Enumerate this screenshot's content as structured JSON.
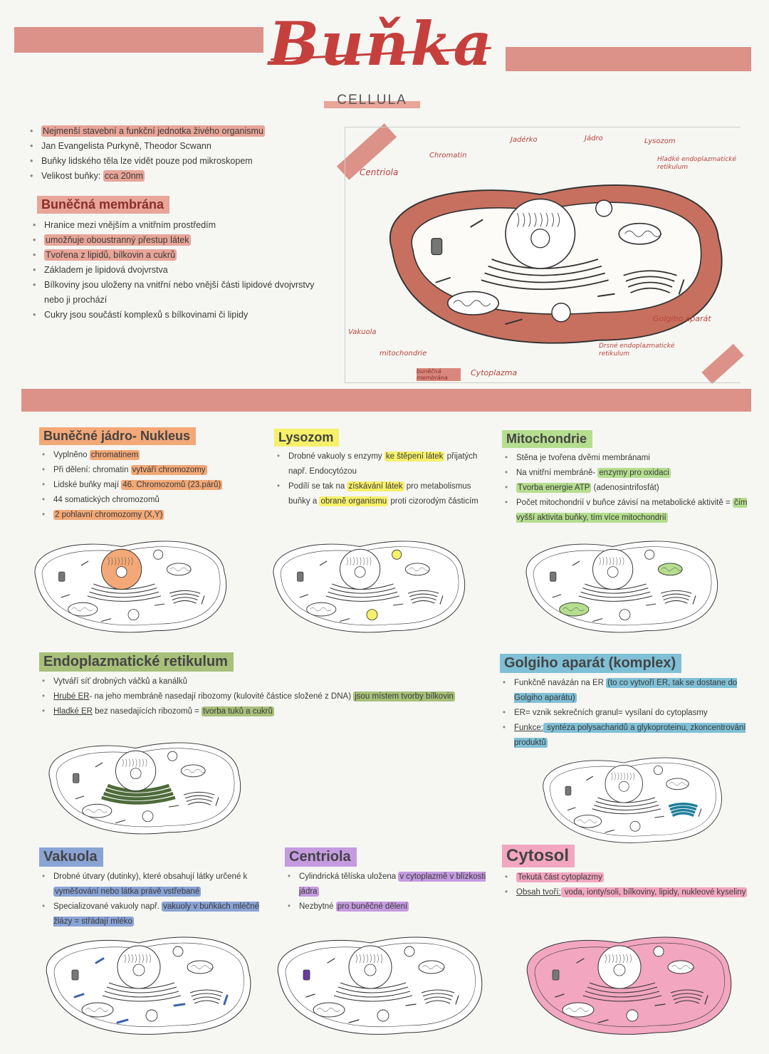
{
  "header": {
    "title": "Buňka",
    "subtitle": "CELLULA"
  },
  "intro": [
    [
      {
        "t": "Nejmenší stavební a funkční jednotka živého organismu",
        "hl": "#e8a598"
      }
    ],
    [
      {
        "t": "Jan Evangelista Purkyně, Theodor Scwann"
      }
    ],
    [
      {
        "t": "Buňky lidského těla lze vidět pouze pod mikroskopem"
      }
    ],
    [
      {
        "t": "Velikost buňky: "
      },
      {
        "t": "cca 20nm",
        "hl": "#e8a598"
      }
    ]
  ],
  "membrane": {
    "heading": "Buněčná membrána",
    "color": "#e8a598",
    "items": [
      [
        {
          "t": "Hranice mezi vnějším a vnitřním prostředím"
        }
      ],
      [
        {
          "t": "umožňuje oboustranný přestup látek",
          "hl": "#e8a598"
        }
      ],
      [
        {
          "t": "Tvořena z lipidů, bílkovin a cukrů",
          "hl": "#e8a598"
        }
      ],
      [
        {
          "t": "Základem je lipidová dvojvrstva"
        }
      ],
      [
        {
          "t": "Bílkoviny jsou uloženy na vnitřní nebo vnější části lipidové dvojvrstvy nebo ji prochází"
        }
      ],
      [
        {
          "t": "Cukry jsou součástí komplexů s bílkovinami či lipidy"
        }
      ]
    ]
  },
  "diagram_labels": {
    "jaderko": "Jadérko",
    "jadro": "Jádro",
    "lysozom": "Lysozom",
    "chromatin": "Chromatin",
    "centriola": "Centriola",
    "hladke_er": "Hladké endoplazmatické retikulum",
    "golgi": "Golgiho aparát",
    "drsne_er": "Drsné endoplazmatické retikulum",
    "vakuola": "Vakuola",
    "mitochondrie": "mitochondrie",
    "membrana": "buněčná membrána",
    "cytoplazma": "Cytoplazma"
  },
  "sections": [
    {
      "id": "nucleus",
      "heading": "Buněčné jádro- Nukleus",
      "color": "#f2a877",
      "items": [
        [
          {
            "t": "Vyplněno "
          },
          {
            "t": "chromatinem",
            "hl": "#f2a877"
          }
        ],
        [
          {
            "t": "Při dělení: chromatin "
          },
          {
            "t": "vytváří chromozomy",
            "hl": "#f2a877"
          }
        ],
        [
          {
            "t": "Lidské buňky mají "
          },
          {
            "t": "46. Chromozomů (23.párů)",
            "hl": "#f2a877"
          }
        ],
        [
          {
            "t": "44 somatických chromozomů"
          }
        ],
        [
          {
            "t": "2 pohlavní chromozomy (X,Y)",
            "hl": "#f2a877"
          }
        ]
      ]
    },
    {
      "id": "lysosome",
      "heading": "Lysozom",
      "color": "#f6f06a",
      "items": [
        [
          {
            "t": "Drobné vakuoly s enzymy "
          },
          {
            "t": "ke štěpení látek",
            "hl": "#f6f06a"
          },
          {
            "t": " přijatých např. Endocytózou"
          }
        ],
        [
          {
            "t": "Podílí se tak na "
          },
          {
            "t": "získávání látek",
            "hl": "#f6f06a"
          },
          {
            "t": " pro metabolismus buňky a "
          },
          {
            "t": "obraně organismu",
            "hl": "#f6f06a"
          },
          {
            "t": " proti cizorodým částicím"
          }
        ]
      ]
    },
    {
      "id": "mito",
      "heading": "Mitochondrie",
      "color": "#b5de8f",
      "items": [
        [
          {
            "t": "Stěna je tvořena dvěmi membránami"
          }
        ],
        [
          {
            "t": "Na vnitřní membráně- "
          },
          {
            "t": "enzymy pro oxidaci",
            "hl": "#b5de8f"
          }
        ],
        [
          {
            "t": "Tvorba energie ATP",
            "hl": "#b5de8f"
          },
          {
            "t": " (adenosintrifosfát)"
          }
        ],
        [
          {
            "t": "Počet mitochondrií v buňce závisí na metabolické aktivitě = "
          },
          {
            "t": "čím vyšší aktivita buňky, tím více mitochondrií",
            "hl": "#b5de8f"
          }
        ]
      ]
    },
    {
      "id": "er",
      "heading": "Endoplazmatické retikulum",
      "color": "#a8c07a",
      "items": [
        [
          {
            "t": "Vytváří síť drobných váčků a kanálků"
          }
        ],
        [
          {
            "t": "Hrubé ER",
            "u": true
          },
          {
            "t": "- na jeho membráně nasedají ribozomy (kulovité částice složené z DNA) "
          },
          {
            "t": "jsou místem tvorby bílkovin",
            "hl": "#a8c07a"
          }
        ],
        [
          {
            "t": "Hladké ER",
            "u": true
          },
          {
            "t": " bez nasedajících ribozomů = "
          },
          {
            "t": "tvorba tuků a cukrů",
            "hl": "#a8c07a"
          }
        ]
      ]
    },
    {
      "id": "golgi",
      "heading": "Golgiho aparát (komplex)",
      "color": "#7fc0d6",
      "items": [
        [
          {
            "t": "Funkčně navázán na ER "
          },
          {
            "t": "(to co vytvoří ER, tak se dostane do Golgiho aparátu)",
            "hl": "#7fc0d6"
          }
        ],
        [
          {
            "t": "ER= vznik sekrečních granul= vysílaní do cytoplasmy"
          }
        ],
        [
          {
            "t": "Funkce:",
            "u": true
          },
          {
            "t": " syntéza polysacharidů a glykoproteinu, zkoncentrování produktů",
            "hl": "#7fc0d6"
          }
        ]
      ]
    },
    {
      "id": "vacuole",
      "heading": "Vakuola",
      "color": "#8aa4d6",
      "items": [
        [
          {
            "t": "Drobné útvary (dutinky), které obsahují látky určené k "
          },
          {
            "t": "vyměšování nebo látka právě vstřebané",
            "hl": "#8aa4d6"
          }
        ],
        [
          {
            "t": "Specializované vakuoly např. "
          },
          {
            "t": "vakuoly v buňkách mléčné žlázy = střádají mléko",
            "hl": "#8aa4d6"
          }
        ]
      ]
    },
    {
      "id": "centriole",
      "heading": "Centriola",
      "color": "#c59be0",
      "items": [
        [
          {
            "t": "Cylindrická tělíska uložena "
          },
          {
            "t": "v cytoplazmě v blízkosti jádra",
            "hl": "#c59be0"
          }
        ],
        [
          {
            "t": "Nezbytné "
          },
          {
            "t": "pro buněčné dělení",
            "hl": "#c59be0"
          }
        ]
      ]
    },
    {
      "id": "cytosol",
      "heading": "Cytosol",
      "color": "#f2a6c0",
      "items": [
        [
          {
            "t": "Tekutá část cytoplazmy",
            "hl": "#f2a6c0"
          }
        ],
        [
          {
            "t": "Obsah tvoří:",
            "u": true
          },
          {
            "t": " voda, ionty/soli, bílkoviny, lipidy, nukleové kyseliny",
            "hl": "#f2a6c0"
          }
        ]
      ]
    }
  ],
  "colors": {
    "bar": "#d9877c",
    "membrane": "#c8705f",
    "title": "#c5403d"
  }
}
